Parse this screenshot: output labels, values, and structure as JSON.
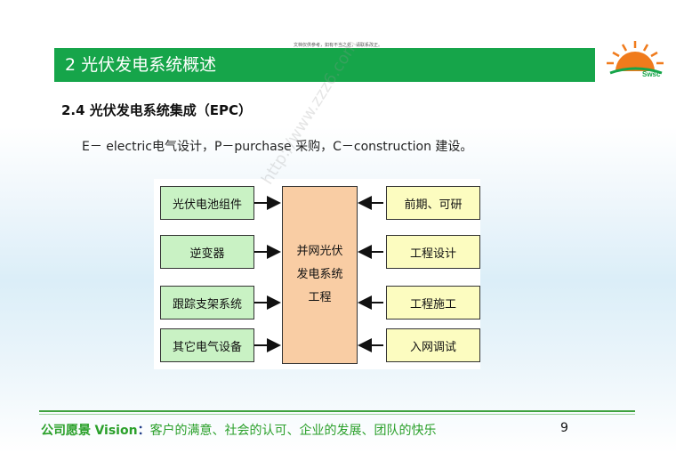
{
  "header": {
    "top_note": "文档仅供参考，如有不当之处，请联系改正。",
    "title": "2  光伏发电系统概述",
    "logo_text": "Swsc"
  },
  "content": {
    "subtitle": "2.4  光伏发电系统集成（EPC）",
    "description": "E－ electric电气设计，P－purchase 采购，C－construction 建设。"
  },
  "diagram": {
    "left_boxes": [
      "光伏电池组件",
      "逆变器",
      "跟踪支架系统",
      "其它电气设备"
    ],
    "center_lines": [
      "并网光伏",
      "发电系统",
      "工程"
    ],
    "right_boxes": [
      "前期、可研",
      "工程设计",
      "工程施工",
      "入网调试"
    ],
    "watermark": "http://www.zzz6.com"
  },
  "footer": {
    "vision_cn": "公司愿景",
    "vision_en": "Vision",
    "colon": "：",
    "text": "客户的满意、社会的认可、企业的发展、团队的快乐",
    "page_number": "9"
  },
  "colors": {
    "title_bar": "#16a54a",
    "left_box": "#c9f2c4",
    "center_box": "#f9cda4",
    "right_box": "#fcfcc0",
    "footer_text": "#2aa02a",
    "logo_sun": "#f07b1c"
  }
}
